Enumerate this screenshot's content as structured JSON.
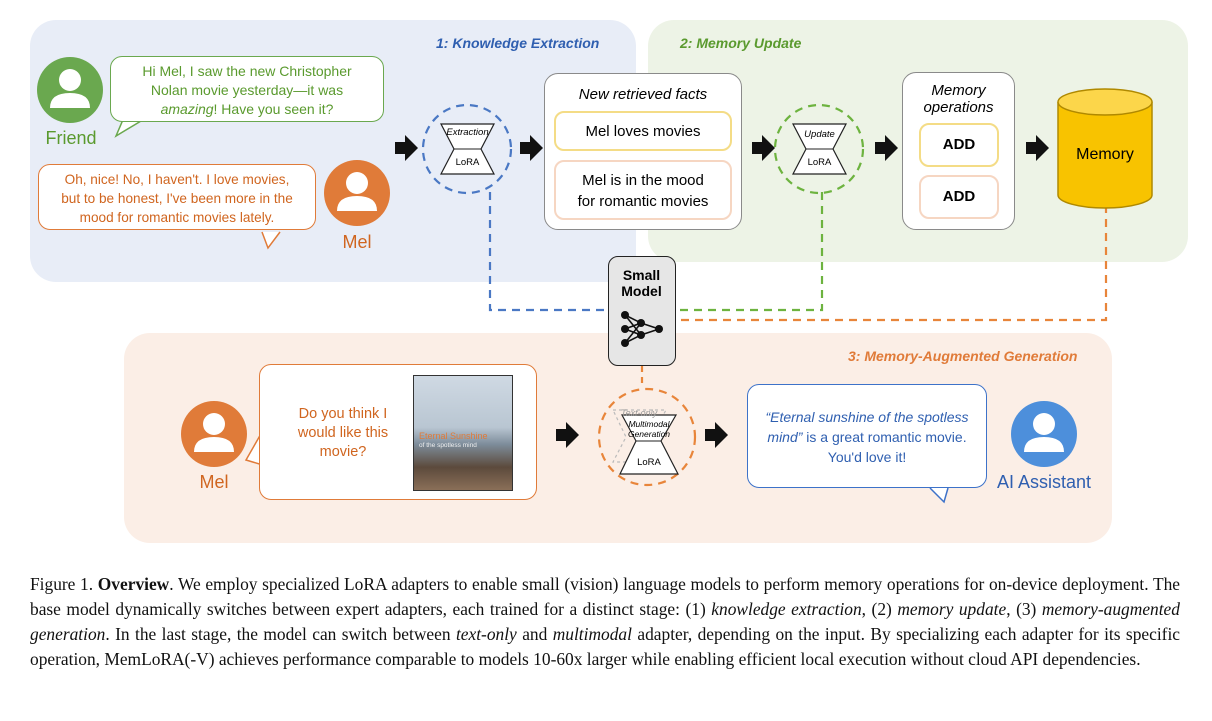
{
  "sections": {
    "extraction_title": "1: Knowledge Extraction",
    "update_title": "2: Memory Update",
    "generation_title": "3: Memory-Augmented Generation"
  },
  "people": {
    "friend_label": "Friend",
    "mel_label": "Mel",
    "mel_label_2": "Mel",
    "assistant_label": "AI Assistant"
  },
  "conversation": {
    "friend_line1": "Hi Mel, I saw the new Christopher",
    "friend_line2": "Nolan movie yesterday—it was",
    "friend_amazing": "amazing",
    "friend_line3_rest": "! Have you seen it?",
    "mel_line1": "Oh, nice! No, I haven't. I love movies,",
    "mel_line2": "but to be honest, I've been more in the",
    "mel_line3": "mood for romantic movies lately."
  },
  "adapters": {
    "extraction": "Extraction",
    "update": "Update",
    "multimodal_line1": "Multimodal",
    "multimodal_line2": "Generation",
    "text_only": "Text-only",
    "lora": "LoRA"
  },
  "facts": {
    "title": "New retrieved facts",
    "fact1": "Mel loves movies",
    "fact2_line1": "Mel is in the mood",
    "fact2_line2": "for romantic movies"
  },
  "operations": {
    "title_line1": "Memory",
    "title_line2": "operations",
    "op1": "ADD",
    "op2": "ADD"
  },
  "memory_label": "Memory",
  "small_model": {
    "line1": "Small",
    "line2": "Model"
  },
  "query": {
    "line1": "Do you think I",
    "line2": "would like this",
    "line3": "movie?"
  },
  "poster": {
    "title_line1": "Eternal Sunshine",
    "title_line2": "of the spotless mind"
  },
  "answer": {
    "line1": "“Eternal sunshine of the spotless",
    "line2_quote": "mind”",
    "line2_rest": " is a great romantic movie.",
    "line3": "You'd love it!"
  },
  "caption": {
    "label": "Figure 1.",
    "heading": "Overview",
    "s1": ". We employ specialized LoRA adapters to enable small (vision) language models to perform memory operations for on-device deployment. The base model dynamically switches between expert adapters, each trained for a distinct stage: (1) ",
    "t1": "knowledge extraction",
    "s2": ", (2) ",
    "t2": "memory update",
    "s3": ", (3) ",
    "t3": "memory-augmented generation",
    "s4": ". In the last stage, the model can switch between ",
    "t4": "text-only",
    "s5": " and ",
    "t5": "multimodal",
    "s6": " adapter, depending on the input. By specializing each adapter for its specific operation, MemLoRA(-V) achieves performance comparable to models 10-60x larger while enabling efficient local execution without cloud API dependencies."
  },
  "colors": {
    "friend_green": "#6aa84f",
    "mel_orange": "#e07b39",
    "assistant_blue": "#3d72c9",
    "extraction_blue": "#4a78c4",
    "update_green": "#6db33f",
    "generation_orange": "#e8853a",
    "memory_gold": "#f8c300"
  },
  "icons": [
    "person-avatar-icon",
    "right-arrow-icon",
    "database-cylinder-icon",
    "neural-network-icon",
    "movie-poster-image"
  ]
}
